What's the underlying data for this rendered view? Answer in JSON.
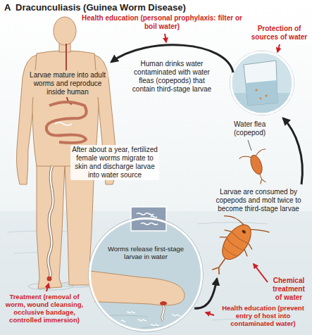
{
  "diagram": {
    "title": "Dracunculiasis (Guinea Worm Disease)",
    "nodes": [
      {
        "text": [
          "Worms release first-stage larvae in water"
        ]
      }
    ],
    "labels": [
      "A",
      "Health education (personal prophylaxis: filter or boil water)",
      "Protection of sources of water",
      "Larvae mature into adult worms and reproduce inside human",
      "Human drinks water contaminated with water fleas (copepods) that contain third-stage larvae",
      "Water flea (copepod)",
      "After about a year, fertilized female worms migrate to skin and discharge larvae into water source",
      "Larvae are consumed by copepods and molt twice to become third-stage larvae",
      "Chemical treatment of water",
      "Treatment (removal of worm, wound cleansing, occlusive bandage, controlled immersion)",
      "Health education (prevent entry of host into contaminated water)"
    ]
  }
}
